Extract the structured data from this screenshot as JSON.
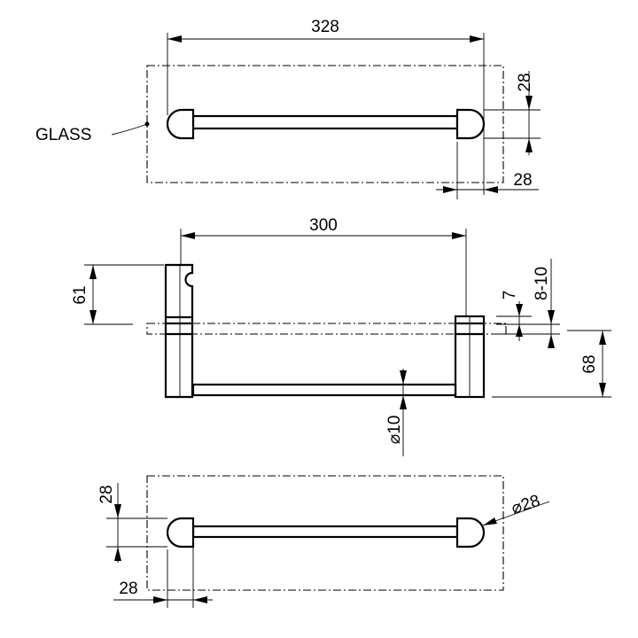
{
  "top_view": {
    "width_label": "328",
    "cap_height_label": "28",
    "cap_depth_label": "28",
    "glass_label": "GLASS"
  },
  "side_view": {
    "length_label": "300",
    "height_label": "61",
    "gap_label": "7",
    "glass_thickness_label": "8-10",
    "depth_label": "68",
    "rod_diameter_label": "⌀10"
  },
  "bottom_view": {
    "cap_height_label": "28",
    "cap_width_label": "28",
    "cap_diameter_label": "⌀28"
  }
}
